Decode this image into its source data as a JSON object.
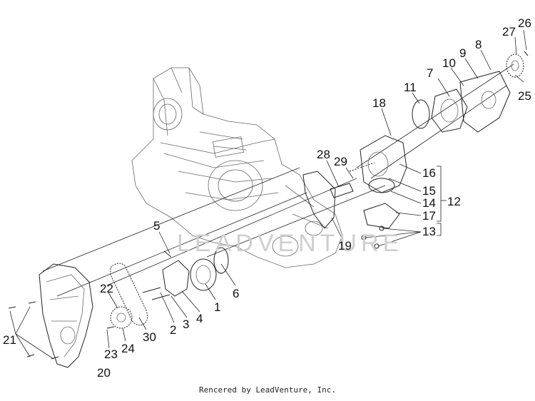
{
  "diagram": {
    "watermark": "LEADVENTURE",
    "callouts": [
      "1",
      "2",
      "3",
      "4",
      "5",
      "6",
      "7",
      "8",
      "9",
      "10",
      "11",
      "12",
      "13",
      "14",
      "15",
      "16",
      "17",
      "18",
      "19",
      "20",
      "21",
      "22",
      "23",
      "24",
      "25",
      "26",
      "27",
      "28",
      "29",
      "30"
    ],
    "footer": "Rencered by LeadVenture, Inc."
  }
}
